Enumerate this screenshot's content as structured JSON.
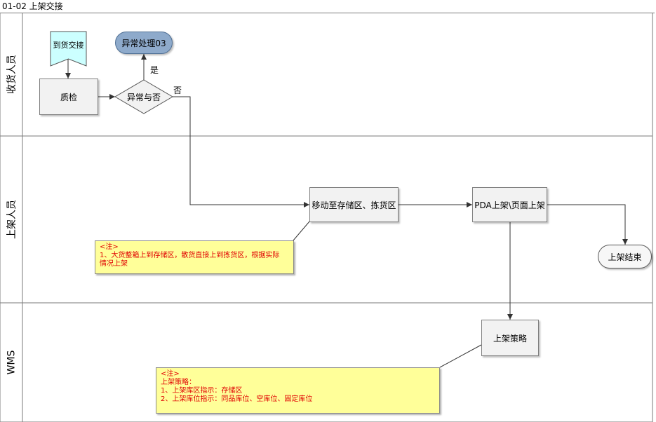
{
  "title": "01-02 上架交接",
  "lanes": [
    {
      "label": "收货人员"
    },
    {
      "label": "上架人员"
    },
    {
      "label": "WMS"
    }
  ],
  "nodes": {
    "arrival": "到货交接",
    "qc": "质检",
    "decision": "异常与否",
    "exception": "异常处理03",
    "move": "移动至存储区、拣货区",
    "pda": "PDA上架\\页面上架",
    "end": "上架结束",
    "strategy": "上架策略"
  },
  "edge_labels": {
    "yes": "是",
    "no": "否"
  },
  "notes": {
    "note1": {
      "lines": [
        "<注>",
        "1、大货整箱上到存储区，散货直接上到拣货区，根据实际",
        "情况上架"
      ]
    },
    "note2": {
      "lines": [
        "<注>",
        "上架策略：",
        "1、上架库区指示：存储区",
        "2、上架库位指示：同品库位、空库位、固定库位"
      ]
    }
  },
  "colors": {
    "arrival_fill": "#ccffff",
    "exception_fill": "#8eaacb",
    "note_fill": "#ffff99",
    "note_text": "#e00000"
  }
}
